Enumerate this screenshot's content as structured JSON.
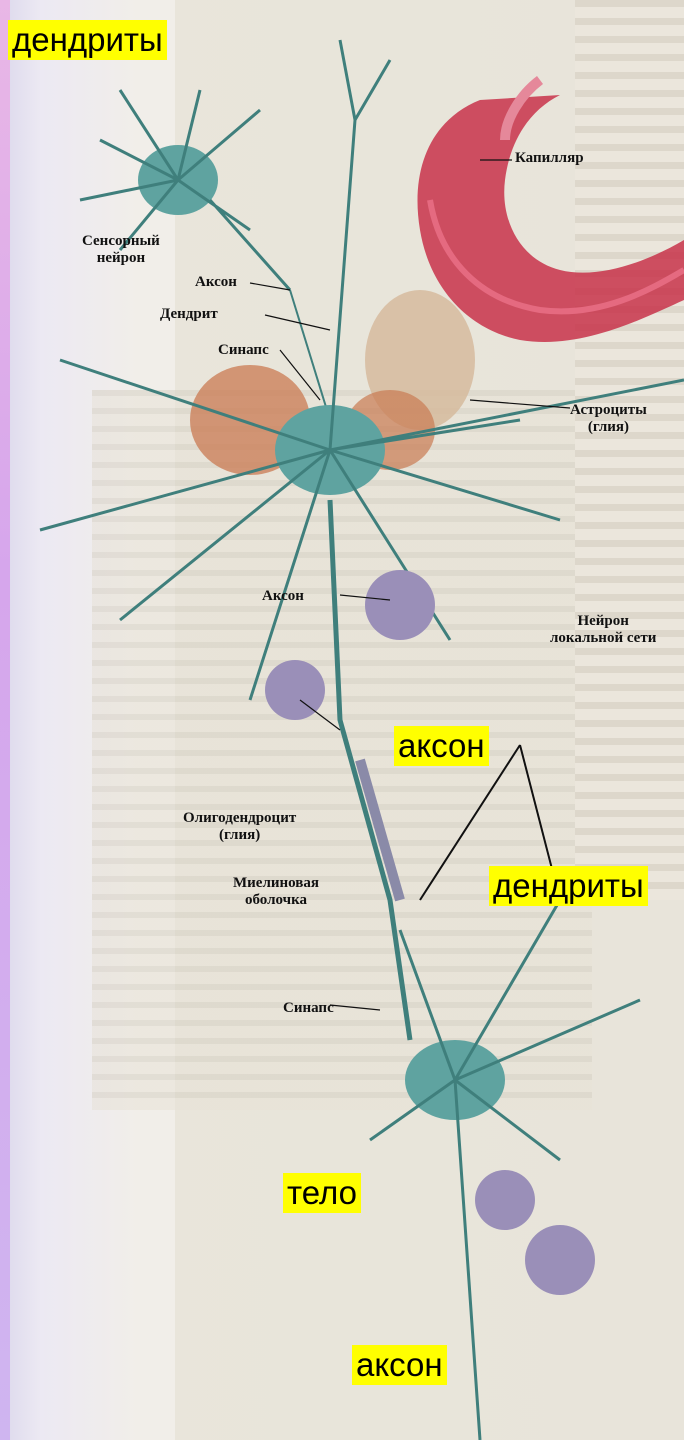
{
  "highlight_labels": {
    "dendrites_top": "дендриты",
    "axon_mid": "аксон",
    "dendrites_mid": "дендриты",
    "body": "тело",
    "axon_bottom": "аксон"
  },
  "figure_labels": {
    "sensory_neuron": "Сенсорный\nнейрон",
    "axon_1": "Аксон",
    "dendrite": "Дендрит",
    "synapse_1": "Синапс",
    "capillary": "Капилляр",
    "astrocytes": "Астроциты\n(глия)",
    "axon_2": "Аксон",
    "local_network_neuron": "Нейрон\nлокальной сети",
    "oligodendrocyte": "Олигодендроцит\n(глия)",
    "myelin_sheath": "Миелиновая\nоболочка",
    "synapse_2": "Синапс"
  },
  "colors": {
    "highlight": "#ffff00",
    "neuron": "#5fa3a0",
    "capillary": "#c8324a",
    "astrocyte": "#c97a52",
    "oligodendrocyte": "#9a8fb8"
  }
}
